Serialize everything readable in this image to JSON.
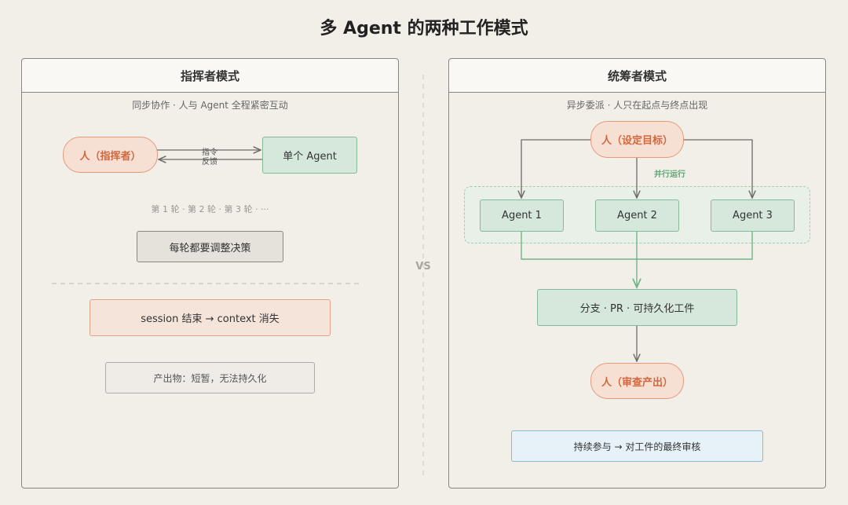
{
  "title": "多 Agent 的两种工作模式",
  "vs": "VS",
  "left": {
    "header": "指挥者模式",
    "subtitle": "同步协作 · 人与 Agent 全程紧密互动",
    "human": "人（指挥者）",
    "agent": "单个 Agent",
    "arrow_cmd": "指令",
    "arrow_feedback": "反馈",
    "rounds": "第 1 轮 · 第 2 轮 · 第 3 轮 · ···",
    "decision": "每轮都要调整决策",
    "session": "session 结束 → context 消失",
    "output": "产出物：短暂，无法持久化"
  },
  "right": {
    "header": "统筹者模式",
    "subtitle": "异步委派 · 人只在起点与终点出现",
    "human_start": "人（设定目标）",
    "parallel": "并行运行",
    "agents": [
      "Agent 1",
      "Agent 2",
      "Agent 3"
    ],
    "artifact": "分支 · PR · 可持久化工件",
    "human_end": "人（审查产出）",
    "summary": "持续参与 → 对工件的最终审核"
  }
}
